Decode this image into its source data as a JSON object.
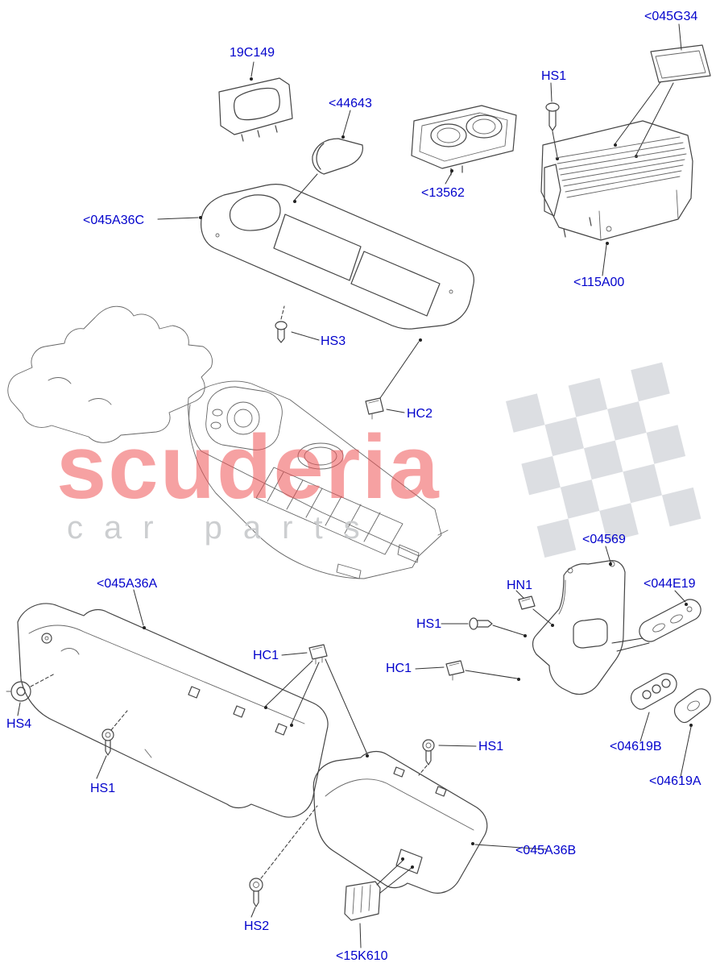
{
  "diagram": {
    "kind": "exploded-parts-diagram",
    "subject": "console trim and finishers"
  },
  "watermark": {
    "line1": "scuderia",
    "line2": "car parts"
  },
  "colors": {
    "label_blue": "#0202cc",
    "line_gray": "#444444",
    "watermark_red": "#ef5355",
    "watermark_gray": "#c9cbce",
    "flag_gray": "#b9bec6",
    "background": "#ffffff"
  },
  "labels": [
    {
      "id": "19C149",
      "text": "19C149"
    },
    {
      "id": "045G34",
      "text": "<045G34"
    },
    {
      "id": "44643",
      "text": "<44643"
    },
    {
      "id": "HS1-top",
      "text": "HS1"
    },
    {
      "id": "13562",
      "text": "<13562"
    },
    {
      "id": "045A36C",
      "text": "<045A36C"
    },
    {
      "id": "115A00",
      "text": "<115A00"
    },
    {
      "id": "HS3",
      "text": "HS3"
    },
    {
      "id": "HC2",
      "text": "HC2"
    },
    {
      "id": "04569",
      "text": "<04569"
    },
    {
      "id": "HN1",
      "text": "HN1"
    },
    {
      "id": "044E19",
      "text": "<044E19"
    },
    {
      "id": "HS1-mid",
      "text": "HS1"
    },
    {
      "id": "045A36A",
      "text": "<045A36A"
    },
    {
      "id": "HC1-left",
      "text": "HC1"
    },
    {
      "id": "HC1-right",
      "text": "HC1"
    },
    {
      "id": "HS4",
      "text": "HS4"
    },
    {
      "id": "HS1-lower-right",
      "text": "HS1"
    },
    {
      "id": "HS1-lower-left",
      "text": "HS1"
    },
    {
      "id": "04619B",
      "text": "<04619B"
    },
    {
      "id": "04619A",
      "text": "<04619A"
    },
    {
      "id": "045A36B",
      "text": "<045A36B"
    },
    {
      "id": "HS2",
      "text": "HS2"
    },
    {
      "id": "15K610",
      "text": "<15K610"
    }
  ]
}
